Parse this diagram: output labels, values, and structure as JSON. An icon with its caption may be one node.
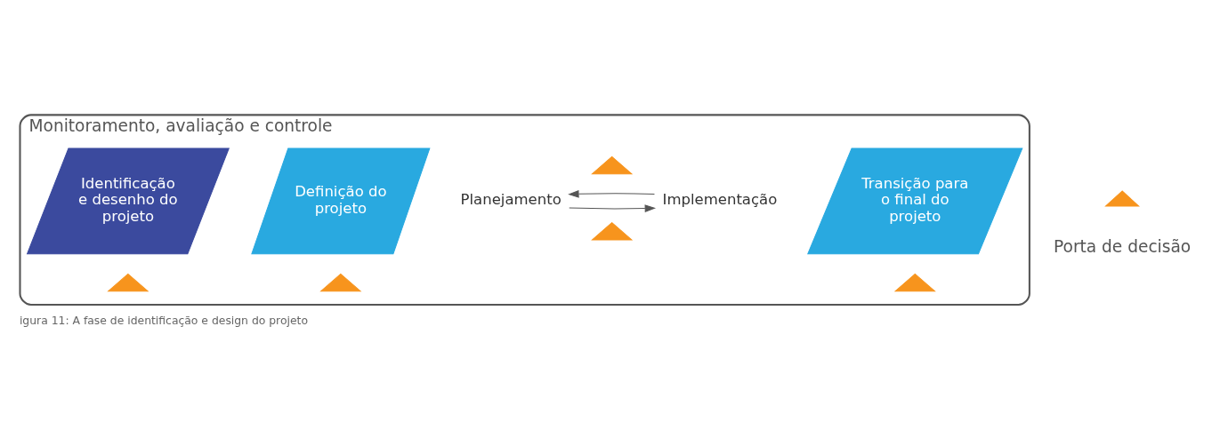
{
  "diagram": {
    "caption": "igura 11: A fase de identificação e design do projeto",
    "nodes": [
      {
        "text": [
          "Monitoramento, avaliação e controle"
        ]
      },
      {
        "text": [
          "Identificação e desenho do projeto"
        ],
        "in": 0
      },
      {
        "text": [],
        "shape": "triangle",
        "in": 0
      },
      {
        "text": [
          "Definição do projeto"
        ],
        "in": 0
      },
      {
        "text": [],
        "shape": "triangle",
        "in": 0
      },
      {
        "text": [],
        "shape": "triangle",
        "in": 0
      },
      {
        "text": [
          "Planejamento"
        ],
        "in": 0
      },
      {
        "text": [
          "Implementação"
        ],
        "in": 0
      },
      {
        "text": [],
        "shape": "triangle",
        "in": 0
      },
      {
        "text": [],
        "shape": "triangle",
        "in": 0
      },
      {
        "text": [
          "Transição para o final do projeto"
        ],
        "in": 0
      }
    ],
    "edges": [
      {
        "from": 6,
        "to": 7,
        "arrow": "to"
      },
      {
        "from": 7,
        "to": 6,
        "arrow": "to"
      }
    ],
    "legend": [
      {
        "text": "Porta de decisão"
      }
    ]
  }
}
